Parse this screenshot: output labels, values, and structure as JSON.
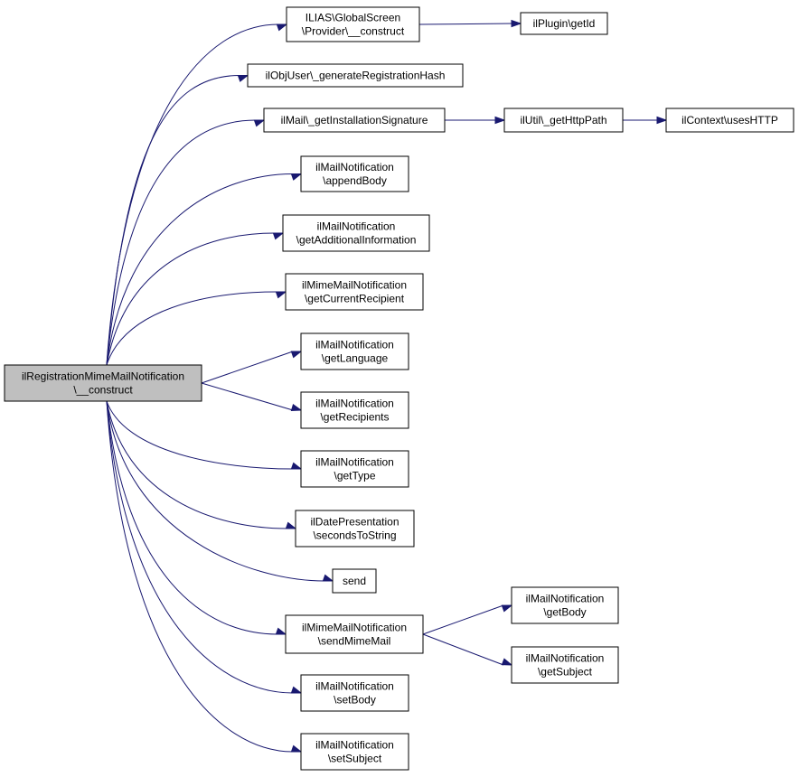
{
  "colors": {
    "edge": "#191970",
    "root_fill": "#bfbfbf",
    "node_fill": "#ffffff",
    "node_border": "#000000"
  },
  "nodes": {
    "root": [
      "ilRegistrationMimeMailNotification",
      "\\__construct"
    ],
    "gs_provider_construct": [
      "ILIAS\\GlobalScreen",
      "\\Provider\\__construct"
    ],
    "plugin_getid": [
      "ilPlugin\\getId"
    ],
    "generate_hash": [
      "ilObjUser\\_generateRegistrationHash"
    ],
    "install_signature": [
      "ilMail\\_getInstallationSignature"
    ],
    "get_http_path": [
      "ilUtil\\_getHttpPath"
    ],
    "uses_http": [
      "ilContext\\usesHTTP"
    ],
    "append_body": [
      "ilMailNotification",
      "\\appendBody"
    ],
    "get_additional_info": [
      "ilMailNotification",
      "\\getAdditionalInformation"
    ],
    "get_current_recipient": [
      "ilMimeMailNotification",
      "\\getCurrentRecipient"
    ],
    "get_language": [
      "ilMailNotification",
      "\\getLanguage"
    ],
    "get_recipients": [
      "ilMailNotification",
      "\\getRecipients"
    ],
    "get_type": [
      "ilMailNotification",
      "\\getType"
    ],
    "seconds_to_string": [
      "ilDatePresentation",
      "\\secondsToString"
    ],
    "send": [
      "send"
    ],
    "send_mime_mail": [
      "ilMimeMailNotification",
      "\\sendMimeMail"
    ],
    "get_body": [
      "ilMailNotification",
      "\\getBody"
    ],
    "get_subject": [
      "ilMailNotification",
      "\\getSubject"
    ],
    "set_body": [
      "ilMailNotification",
      "\\setBody"
    ],
    "set_subject": [
      "ilMailNotification",
      "\\setSubject"
    ]
  },
  "edges": [
    [
      "root",
      "gs_provider_construct"
    ],
    [
      "gs_provider_construct",
      "plugin_getid"
    ],
    [
      "root",
      "generate_hash"
    ],
    [
      "root",
      "install_signature"
    ],
    [
      "install_signature",
      "get_http_path"
    ],
    [
      "get_http_path",
      "uses_http"
    ],
    [
      "root",
      "append_body"
    ],
    [
      "root",
      "get_additional_info"
    ],
    [
      "root",
      "get_current_recipient"
    ],
    [
      "root",
      "get_language"
    ],
    [
      "root",
      "get_recipients"
    ],
    [
      "root",
      "get_type"
    ],
    [
      "root",
      "seconds_to_string"
    ],
    [
      "root",
      "send"
    ],
    [
      "root",
      "send_mime_mail"
    ],
    [
      "send_mime_mail",
      "get_body"
    ],
    [
      "send_mime_mail",
      "get_subject"
    ],
    [
      "root",
      "set_body"
    ],
    [
      "root",
      "set_subject"
    ]
  ]
}
